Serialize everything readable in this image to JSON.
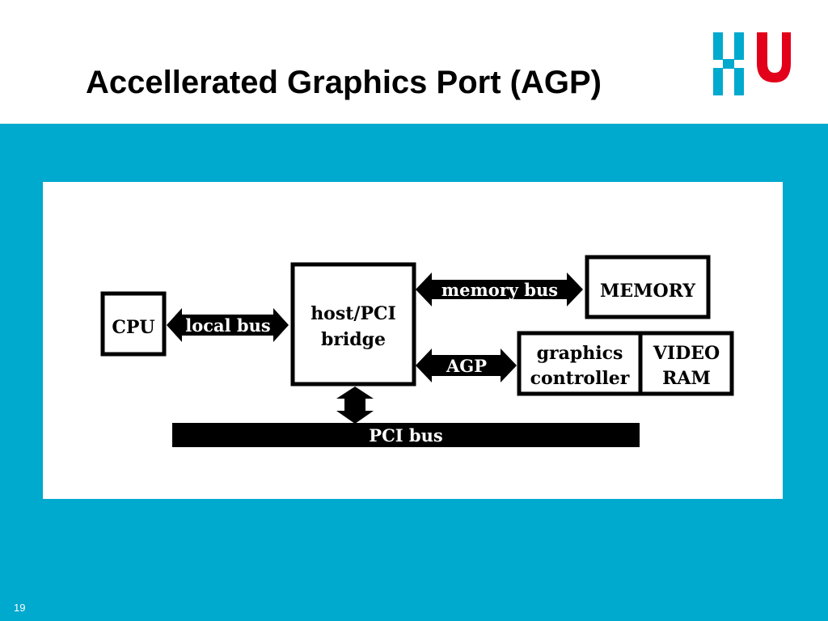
{
  "slide": {
    "title": "Accellerated Graphics Port (AGP)",
    "page_number": "19"
  },
  "colors": {
    "band": "#00A9CE",
    "logo_blue": "#00A9CE",
    "logo_red": "#E2001A",
    "ink": "#000000"
  },
  "logo": {
    "icon": "hhu-logo-icon"
  },
  "diagram": {
    "blocks": {
      "cpu": "CPU",
      "bridge_line1": "host/PCI",
      "bridge_line2": "bridge",
      "memory": "MEMORY",
      "graphics_line1": "graphics",
      "graphics_line2": "controller",
      "vram_line1": "VIDEO",
      "vram_line2": "RAM"
    },
    "buses": {
      "local": "local bus",
      "memory": "memory bus",
      "agp": "AGP",
      "pci": "PCI bus"
    }
  }
}
